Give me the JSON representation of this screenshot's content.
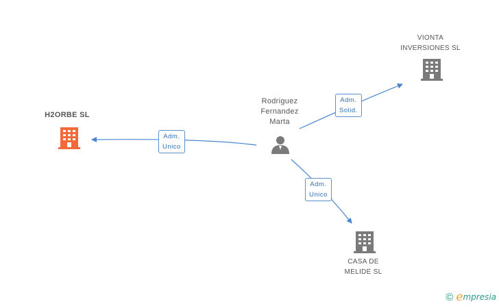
{
  "nodes": {
    "person": {
      "lines": [
        "Rodriguez",
        "Fernandez",
        "Marta"
      ],
      "icon": "person-icon"
    },
    "h2orbe": {
      "name": "H2ORBE SL",
      "icon": "building-icon",
      "color": "#f26a3a"
    },
    "vionta": {
      "lines": [
        "VIONTA",
        "INVERSIONES SL"
      ],
      "icon": "building-icon",
      "color": "#7a7a7a"
    },
    "casa": {
      "lines": [
        "CASA DE",
        "MELIDE SL"
      ],
      "icon": "building-icon",
      "color": "#7a7a7a"
    }
  },
  "edges": {
    "to_h2orbe": {
      "lines": [
        "Adm.",
        "Unico"
      ]
    },
    "to_vionta": {
      "lines": [
        "Adm.",
        "Solid."
      ]
    },
    "to_casa": {
      "lines": [
        "Adm.",
        "Unico"
      ]
    }
  },
  "colors": {
    "edge": "#4a86cf",
    "label_text": "#2f6fb5",
    "brand_teal": "#2a9b8a",
    "brand_orange": "#f0a020"
  },
  "brand": {
    "copyright": "©",
    "logo_letter": "e",
    "name": "mpresia"
  }
}
